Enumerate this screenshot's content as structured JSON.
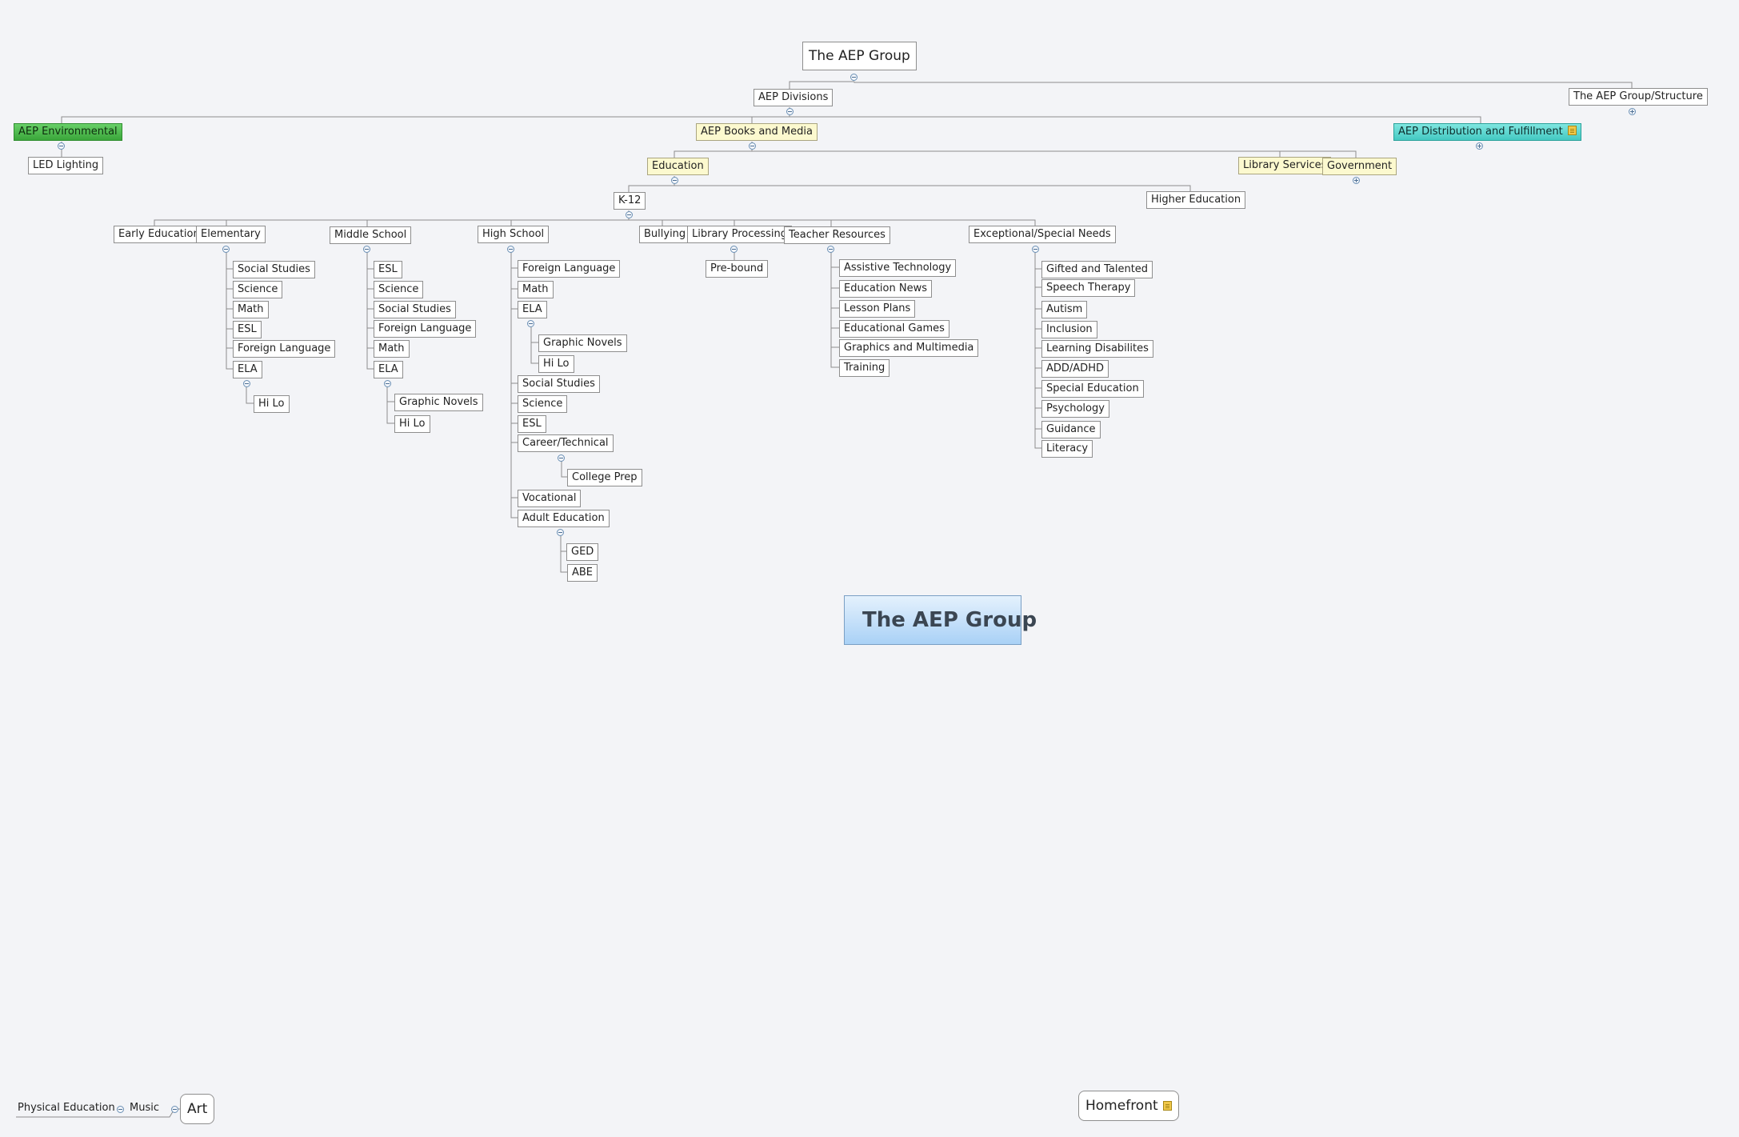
{
  "diagram": {
    "root_title": "The AEP Group",
    "central_title": "The AEP Group",
    "structure_topic": "The AEP Group/Structure",
    "divisions": "AEP Divisions",
    "environmental": "AEP Environmental",
    "led_lighting": "LED Lighting",
    "books_media": "AEP Books and Media",
    "distribution": "AEP Distribution and Fulfillment",
    "education": "Education",
    "library_services": "Library Services",
    "government": "Government",
    "k12": "K-12",
    "higher_education": "Higher Education",
    "early_education": "Early Education",
    "elementary": {
      "label": "Elementary",
      "items": [
        "Social Studies",
        "Science",
        "Math",
        "ESL",
        "Foreign Language",
        "ELA"
      ],
      "ela_children": [
        "Hi Lo"
      ]
    },
    "middle_school": {
      "label": "Middle School",
      "items": [
        "ESL",
        "Science",
        "Social Studies",
        "Foreign Language",
        "Math",
        "ELA"
      ],
      "ela_children": [
        "Graphic Novels",
        "Hi Lo"
      ]
    },
    "high_school": {
      "label": "High School",
      "items": [
        "Foreign Language",
        "Math",
        "ELA",
        "Social Studies",
        "Science",
        "ESL",
        "Career/Technical",
        "Vocational",
        "Adult Education"
      ],
      "ela_children": [
        "Graphic Novels",
        "Hi Lo"
      ],
      "career_children": [
        "College Prep"
      ],
      "adult_children": [
        "GED",
        "ABE"
      ]
    },
    "bullying": "Bullying",
    "library_processing": {
      "label": "Library Processing",
      "items": [
        "Pre-bound"
      ]
    },
    "teacher_resources": {
      "label": "Teacher Resources",
      "items": [
        "Assistive Technology",
        "Education News",
        "Lesson Plans",
        "Educational Games",
        "Graphics and Multimedia",
        "Training"
      ]
    },
    "special_needs": {
      "label": "Exceptional/Special Needs",
      "items": [
        "Gifted and Talented",
        "Speech Therapy",
        "Autism",
        "Inclusion",
        "Learning Disabilites",
        "ADD/ADHD",
        "Special Education",
        "Psychology",
        "Guidance",
        "Literacy"
      ]
    },
    "art": "Art",
    "music": "Music",
    "physical_education": "Physical Education",
    "homefront": "Homefront"
  },
  "colors": {
    "line": "#8c8c8c",
    "accent_yellow": "#fcf9cf",
    "accent_green": "#4fbd4f",
    "accent_teal": "#5cd8d1",
    "central_blue": "#a9d1f6",
    "background": "#f3f4f7"
  },
  "icons": {
    "note": "note-icon",
    "collapse": "collapse-toggle-icon",
    "expand": "expand-toggle-icon"
  }
}
